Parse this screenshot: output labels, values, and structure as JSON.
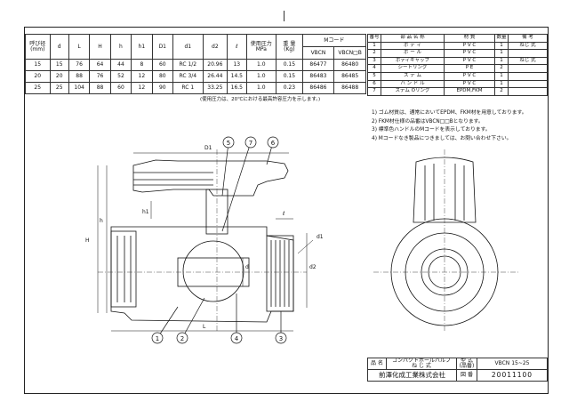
{
  "dim_table": {
    "headers": [
      "呼び径\n(mm)",
      "d",
      "L",
      "H",
      "h",
      "h1",
      "D1",
      "d1",
      "d2",
      "ℓ",
      "使用圧力\nMPa",
      "重 量\n(Kg)",
      "Mコード"
    ],
    "mcode_sub": [
      "VBCN",
      "VBCN□B"
    ],
    "rows": [
      [
        "15",
        "15",
        "76",
        "64",
        "44",
        "8",
        "60",
        "RC 1/2",
        "20.96",
        "13",
        "1.0",
        "0.15",
        "86477",
        "86480"
      ],
      [
        "20",
        "20",
        "88",
        "76",
        "52",
        "12",
        "80",
        "RC 3/4",
        "26.44",
        "14.5",
        "1.0",
        "0.15",
        "86483",
        "86485"
      ],
      [
        "25",
        "25",
        "104",
        "88",
        "60",
        "12",
        "90",
        "RC 1",
        "33.25",
        "16.5",
        "1.0",
        "0.23",
        "86486",
        "86488"
      ]
    ],
    "note": "(使用圧力は、20℃における最高許容圧力を示します。)"
  },
  "parts_table": {
    "headers": [
      "番号",
      "部 品 名 称",
      "材 質",
      "数量",
      "備 考"
    ],
    "rows": [
      [
        "1",
        "ボ デ ィ",
        "P V C",
        "1",
        "ねじ 式"
      ],
      [
        "2",
        "ボ ー ル",
        "P V C",
        "1",
        ""
      ],
      [
        "3",
        "ボディキャップ",
        "P V C",
        "1",
        "ねじ 式"
      ],
      [
        "4",
        "シートリング",
        "P E",
        "2",
        ""
      ],
      [
        "5",
        "ス テ ム",
        "P V C",
        "1",
        ""
      ],
      [
        "6",
        "ハ ン ド ル",
        "P V C",
        "1",
        ""
      ],
      [
        "7",
        "ステム Oリング",
        "EPDM,FKM",
        "2",
        ""
      ]
    ]
  },
  "notes": [
    "1) ゴム材質は、通常においてEPDM、FKM材を用意しております。",
    "2) FKM材仕様の品番はVBCN□□Bとなります。",
    "3) 標準色ハンドルのMコードを表示しております。",
    "4) Mコードなき製品につきましては、お問い合わせ下さい。"
  ],
  "title_block": {
    "name_label": "品 名",
    "name_line1": "コンパクトボールバルブ",
    "name_line2": "ね じ 式",
    "model_label": "型 式\n(品番)",
    "model": "VBCN 15~25",
    "company": "前澤化成工業株式会社",
    "drawing_no_label": "図 番",
    "drawing_no": "20011100"
  },
  "drawing": {
    "dim_labels": [
      "D1",
      "h1",
      "h",
      "H",
      "ℓ",
      "d1",
      "d",
      "d2",
      "L"
    ],
    "balloons": [
      "1",
      "2",
      "3",
      "4",
      "5",
      "6",
      "7"
    ]
  }
}
